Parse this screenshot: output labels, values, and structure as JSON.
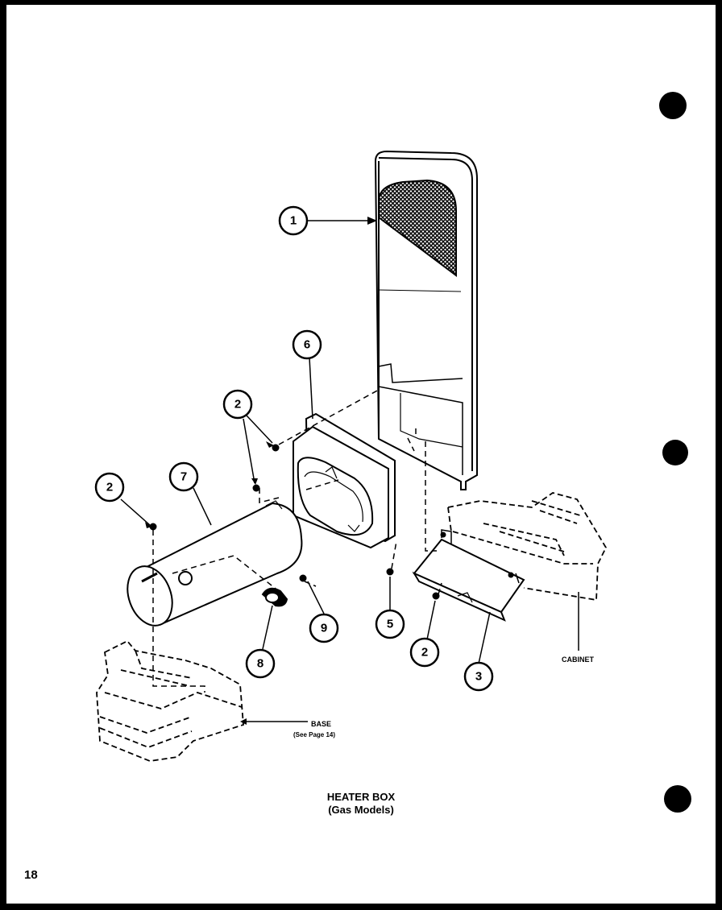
{
  "diagram": {
    "title": "HEATER BOX",
    "subtitle": "(Gas Models)",
    "page_number": "18",
    "callouts": [
      "1",
      "2",
      "2",
      "2",
      "3",
      "5",
      "6",
      "7",
      "8",
      "9"
    ],
    "labels": {
      "cabinet": "CABINET",
      "base": "BASE",
      "base_ref": "(See Page 14)"
    }
  }
}
